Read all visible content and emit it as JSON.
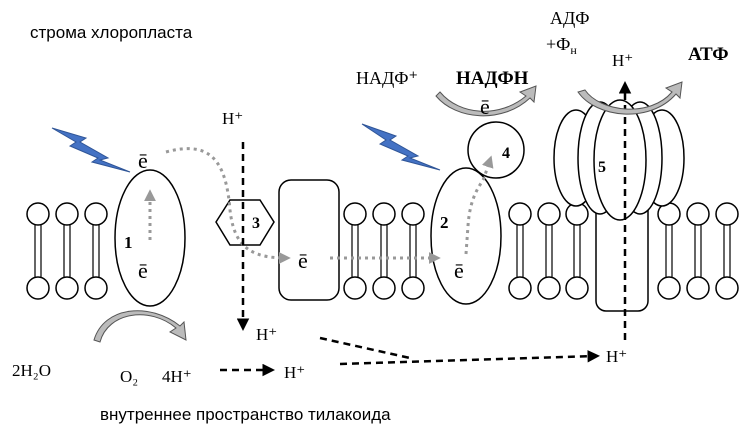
{
  "labels": {
    "stroma": "строма хлоропласта",
    "lumen": "внутреннее пространство тилакоида",
    "adp": "АДФ",
    "pi": "+Фн",
    "nadp": "НАДФ⁺",
    "nadph": "НАДФН",
    "atp": "АТФ",
    "water": "2H₂O",
    "oxygen": "O₂",
    "protons_4": "4H⁺",
    "proton": "H⁺",
    "electron": "ē"
  },
  "complexes": {
    "c1": "1",
    "c2": "2",
    "c3": "3",
    "c4": "4",
    "c5": "5"
  }
}
